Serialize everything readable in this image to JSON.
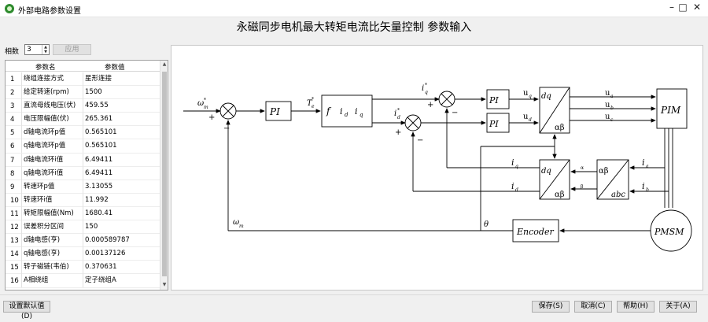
{
  "window": {
    "title": "外部电路参数设置",
    "controls": {
      "minimize": "–",
      "maximize": "□",
      "close": "✕"
    }
  },
  "header": {
    "title": "永磁同步电机最大转矩电流比矢量控制 参数输入"
  },
  "controls": {
    "phase_label": "相数",
    "phase_value": "3",
    "apply_label": "应用"
  },
  "table": {
    "headers": [
      "参数名",
      "参数值"
    ],
    "rows": [
      {
        "num": "1",
        "name": "绕组连接方式",
        "value": "星形连接"
      },
      {
        "num": "2",
        "name": "给定转速(rpm)",
        "value": "1500"
      },
      {
        "num": "3",
        "name": "直流母线电压(伏)",
        "value": "459.55"
      },
      {
        "num": "4",
        "name": "电压限幅值(伏)",
        "value": "265.361"
      },
      {
        "num": "5",
        "name": "d轴电流环p值",
        "value": "0.565101"
      },
      {
        "num": "6",
        "name": "q轴电流环p值",
        "value": "0.565101"
      },
      {
        "num": "7",
        "name": "d轴电流环i值",
        "value": "6.49411"
      },
      {
        "num": "8",
        "name": "q轴电流环i值",
        "value": "6.49411"
      },
      {
        "num": "9",
        "name": "转速环p值",
        "value": "3.13055"
      },
      {
        "num": "10",
        "name": "转速环i值",
        "value": "11.992"
      },
      {
        "num": "11",
        "name": "转矩限幅值(Nm)",
        "value": "1680.41"
      },
      {
        "num": "12",
        "name": "误差积分区间",
        "value": "150"
      },
      {
        "num": "13",
        "name": "d轴电感(亨)",
        "value": "0.000589787"
      },
      {
        "num": "14",
        "name": "q轴电感(亨)",
        "value": "0.00137126"
      },
      {
        "num": "15",
        "name": "转子磁链(韦伯)",
        "value": "0.370631"
      },
      {
        "num": "16",
        "name": "A相绕组",
        "value": "定子绕组A"
      }
    ]
  },
  "diagram": {
    "pi1": "PI",
    "pi2": "PI",
    "pi3": "PI",
    "mtpa": "f",
    "encoder": "Encoder",
    "pim": "PIM",
    "pmsm": "PMSM",
    "dq_alphabeta": "dq",
    "alphabeta": "αβ",
    "abc": "abc",
    "sig_theta": "θ",
    "sig_alpha": "α",
    "sig_beta": "β"
  },
  "buttons": {
    "default": "设置默认值(D)",
    "save": "保存(S)",
    "cancel": "取消(C)",
    "help": "帮助(H)",
    "about": "关于(A)"
  }
}
